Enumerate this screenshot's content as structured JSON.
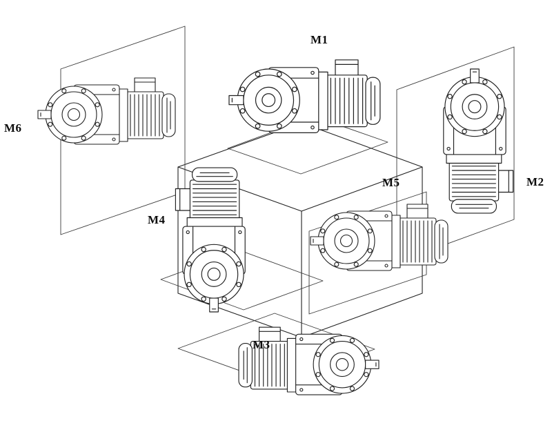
{
  "figure": {
    "labels": {
      "m1": "M1",
      "m2": "M2",
      "m3": "M3",
      "m4": "M4",
      "m5": "M5",
      "m6": "M6"
    },
    "colors": {
      "background": "#ffffff",
      "line": "#1f1f1f",
      "thin_line": "#3a3a3a"
    }
  }
}
